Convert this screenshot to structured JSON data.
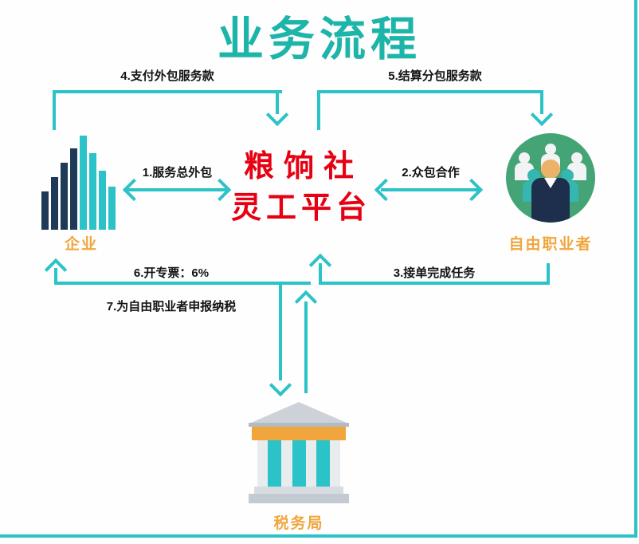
{
  "title": "业务流程",
  "platform": {
    "line1": "粮饷社",
    "line2": "灵工平台"
  },
  "nodes": {
    "enterprise": {
      "label": "企业"
    },
    "freelancer": {
      "label": "自由职业者"
    },
    "tax_bureau": {
      "label": "税务局"
    }
  },
  "flows": {
    "f1": {
      "label": "1.服务总外包"
    },
    "f2": {
      "label": "2.众包合作"
    },
    "f3": {
      "label": "3.接单完成任务"
    },
    "f4": {
      "label": "4.支付外包服务款"
    },
    "f5": {
      "label": "5.结算分包服务款"
    },
    "f6": {
      "label": "6.开专票：6%"
    },
    "f7": {
      "label": "7.为自由职业者申报纳税"
    }
  },
  "colors": {
    "teal": "#2bc2c8",
    "title": "#1db5a9",
    "orange": "#f0a63d",
    "red": "#e60012",
    "navy": "#1d3a56",
    "green": "#44a476",
    "skin": "#edb269",
    "gray_roof": "#ccd2d7",
    "gray_light": "#e8ecef",
    "gray_step": "#c3cad1"
  }
}
